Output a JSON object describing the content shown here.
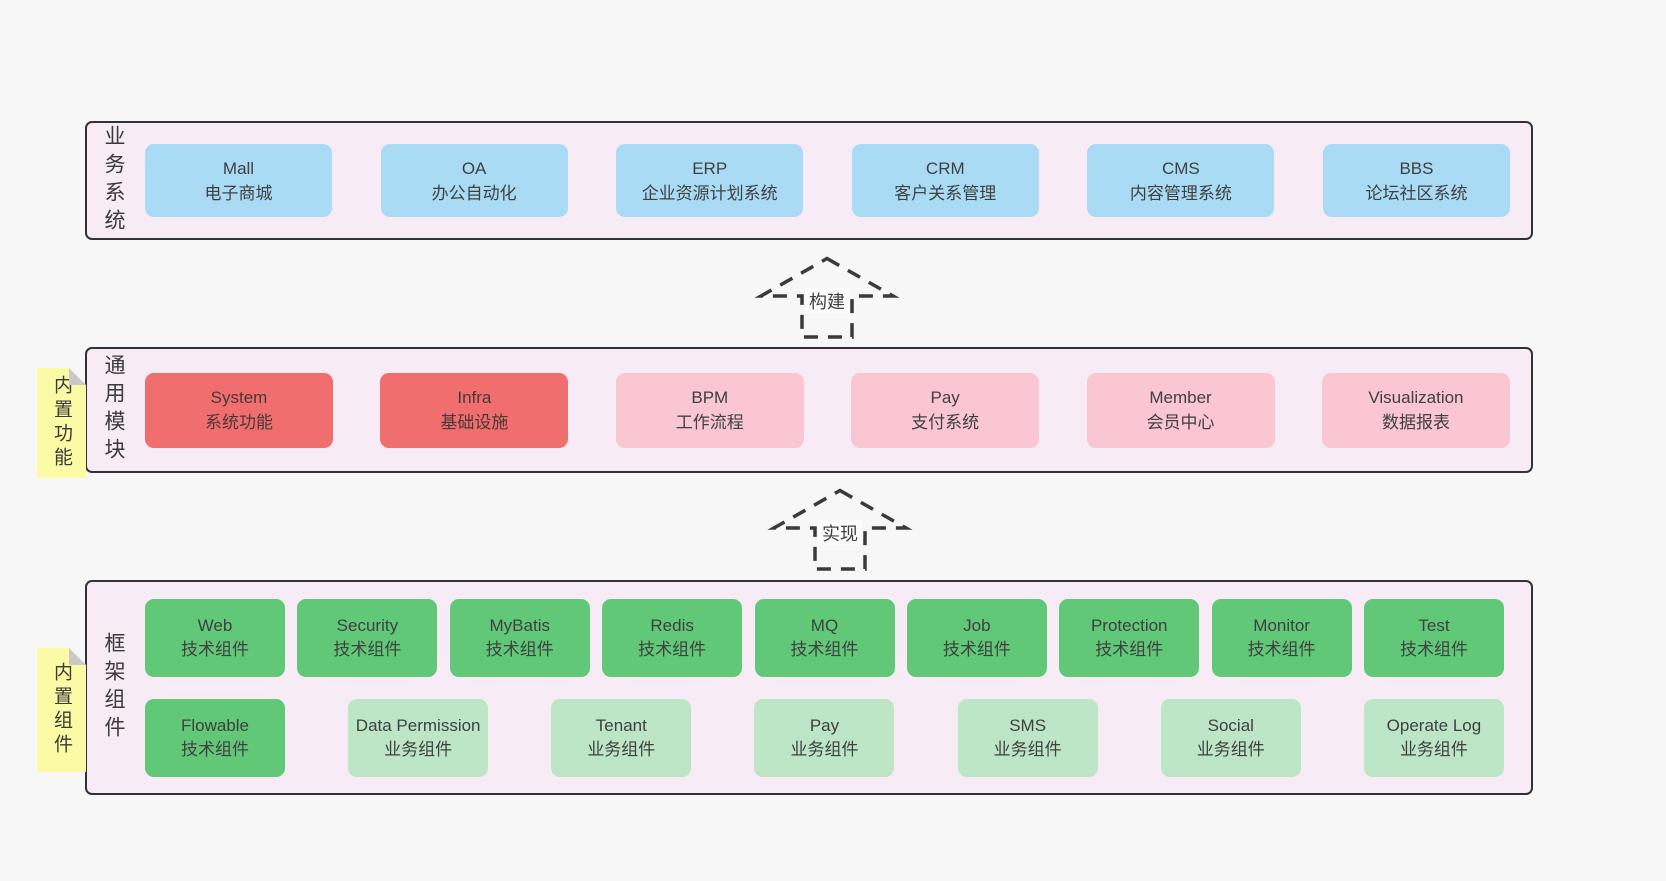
{
  "palette": {
    "page_bg": "#f7f7f7",
    "section_bg": "#f7ecf5",
    "section_border": "#333333",
    "tile_blue": "#a9dbf5",
    "tile_red": "#f06e6e",
    "tile_pink": "#f9c6d1",
    "tile_green": "#61c878",
    "tile_green_light": "#bde6c6",
    "sticky_yellow": "#fbfaa5",
    "sticky_fold": "#c9c9c9",
    "arrow_stroke": "#3a3a3a",
    "text": "#404040"
  },
  "arrows": [
    {
      "label": "构建"
    },
    {
      "label": "实现"
    }
  ],
  "sections": [
    {
      "label": "业务系统",
      "tiles": [
        {
          "name": "Mall",
          "desc": "电子商城",
          "variant": "blue"
        },
        {
          "name": "OA",
          "desc": "办公自动化",
          "variant": "blue"
        },
        {
          "name": "ERP",
          "desc": "企业资源计划系统",
          "variant": "blue"
        },
        {
          "name": "CRM",
          "desc": "客户关系管理",
          "variant": "blue"
        },
        {
          "name": "CMS",
          "desc": "内容管理系统",
          "variant": "blue"
        },
        {
          "name": "BBS",
          "desc": "论坛社区系统",
          "variant": "blue"
        }
      ]
    },
    {
      "label": "通用模块",
      "sticky": "内置功能",
      "tiles": [
        {
          "name": "System",
          "desc": "系统功能",
          "variant": "red"
        },
        {
          "name": "Infra",
          "desc": "基础设施",
          "variant": "red"
        },
        {
          "name": "BPM",
          "desc": "工作流程",
          "variant": "pink"
        },
        {
          "name": "Pay",
          "desc": "支付系统",
          "variant": "pink"
        },
        {
          "name": "Member",
          "desc": "会员中心",
          "variant": "pink"
        },
        {
          "name": "Visualization",
          "desc": "数据报表",
          "variant": "pink"
        }
      ]
    },
    {
      "label": "框架组件",
      "sticky": "内置组件",
      "tiles": [
        {
          "name": "Web",
          "desc": "技术组件",
          "variant": "green"
        },
        {
          "name": "Security",
          "desc": "技术组件",
          "variant": "green"
        },
        {
          "name": "MyBatis",
          "desc": "技术组件",
          "variant": "green"
        },
        {
          "name": "Redis",
          "desc": "技术组件",
          "variant": "green"
        },
        {
          "name": "MQ",
          "desc": "技术组件",
          "variant": "green"
        },
        {
          "name": "Job",
          "desc": "技术组件",
          "variant": "green"
        },
        {
          "name": "Protection",
          "desc": "技术组件",
          "variant": "green"
        },
        {
          "name": "Monitor",
          "desc": "技术组件",
          "variant": "green"
        },
        {
          "name": "Test",
          "desc": "技术组件",
          "variant": "green"
        },
        {
          "name": "Flowable",
          "desc": "技术组件",
          "variant": "green"
        },
        {
          "name": "Data Permission",
          "desc": "业务组件",
          "variant": "green-light"
        },
        {
          "name": "Tenant",
          "desc": "业务组件",
          "variant": "green-light"
        },
        {
          "name": "Pay",
          "desc": "业务组件",
          "variant": "green-light"
        },
        {
          "name": "SMS",
          "desc": "业务组件",
          "variant": "green-light"
        },
        {
          "name": "Social",
          "desc": "业务组件",
          "variant": "green-light"
        },
        {
          "name": "Operate Log",
          "desc": "业务组件",
          "variant": "green-light"
        }
      ]
    }
  ]
}
